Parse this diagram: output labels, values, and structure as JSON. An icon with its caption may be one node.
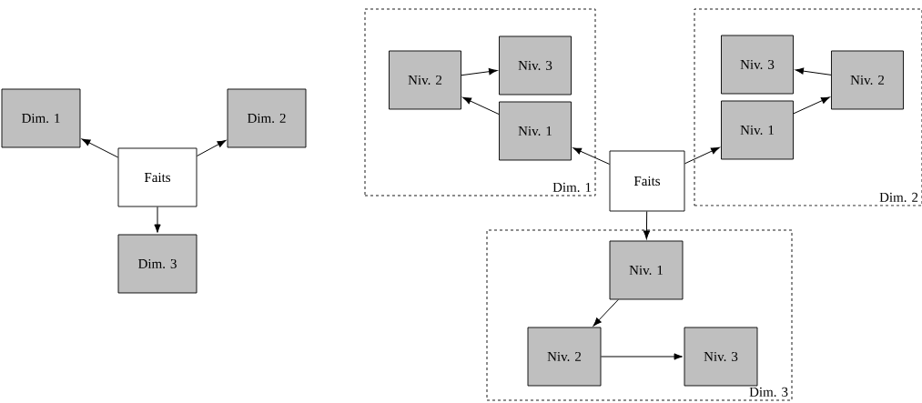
{
  "diagram": {
    "nodes": [
      {
        "text": [
          "Dim. 1"
        ]
      },
      {
        "text": [
          "Dim. 2"
        ]
      },
      {
        "text": [
          "Faits"
        ]
      },
      {
        "text": [
          "Dim. 3"
        ]
      },
      {
        "text": [
          "Dim. 1"
        ]
      },
      {
        "text": [
          "Niv. 2"
        ],
        "in": 4
      },
      {
        "text": [
          "Niv. 3"
        ],
        "in": 4
      },
      {
        "text": [
          "Niv. 1"
        ],
        "in": 4
      },
      {
        "text": [
          "Dim. 2"
        ]
      },
      {
        "text": [
          "Niv. 3"
        ],
        "in": 8
      },
      {
        "text": [
          "Niv. 2"
        ],
        "in": 8
      },
      {
        "text": [
          "Niv. 1"
        ],
        "in": 8
      },
      {
        "text": [
          "Faits"
        ]
      },
      {
        "text": [
          "Dim. 3"
        ]
      },
      {
        "text": [
          "Niv. 1"
        ],
        "in": 13
      },
      {
        "text": [
          "Niv. 2"
        ],
        "in": 13
      },
      {
        "text": [
          "Niv. 3"
        ],
        "in": 13
      }
    ],
    "edges": [
      {
        "from": 2,
        "to": 0,
        "arrow": "to"
      },
      {
        "from": 2,
        "to": 1,
        "arrow": "to"
      },
      {
        "from": 2,
        "to": 3,
        "arrow": "to"
      },
      {
        "from": 12,
        "to": 7,
        "arrow": "to"
      },
      {
        "from": 12,
        "to": 11,
        "arrow": "to"
      },
      {
        "from": 12,
        "to": 14,
        "arrow": "to"
      },
      {
        "from": 7,
        "to": 5,
        "arrow": "to"
      },
      {
        "from": 5,
        "to": 6,
        "arrow": "to"
      },
      {
        "from": 11,
        "to": 10,
        "arrow": "to"
      },
      {
        "from": 10,
        "to": 9,
        "arrow": "to"
      },
      {
        "from": 14,
        "to": 15,
        "arrow": "to"
      },
      {
        "from": 15,
        "to": 16,
        "arrow": "to"
      }
    ]
  }
}
